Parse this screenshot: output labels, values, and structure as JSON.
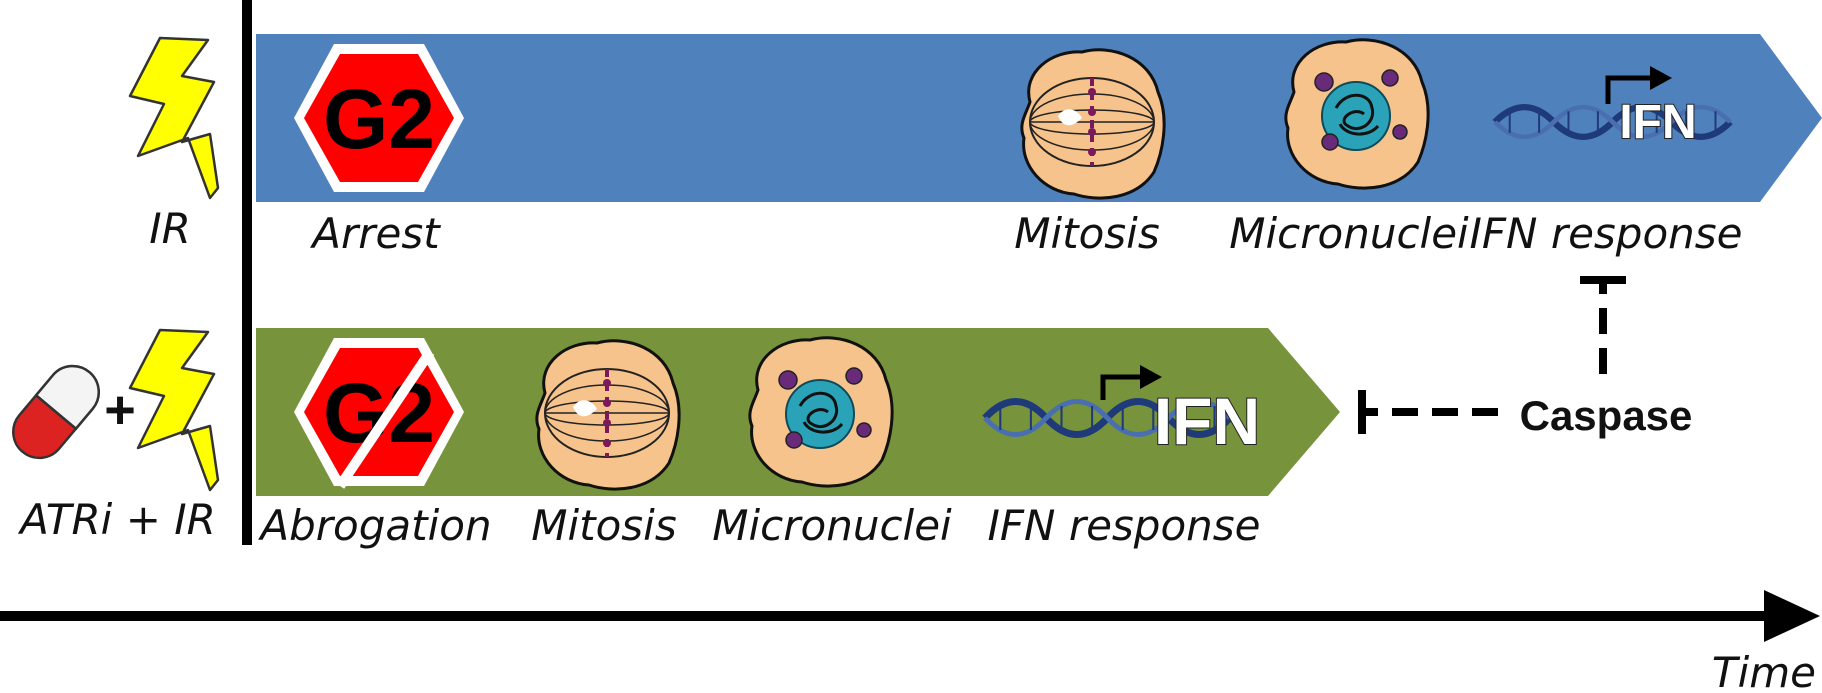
{
  "rows": {
    "top": {
      "condition": "IR",
      "g2": "G2",
      "stages": [
        "Arrest",
        "Mitosis",
        "Micronuclei",
        "IFN response"
      ],
      "ifn": "IFN",
      "color": "#4f81bd"
    },
    "bottom": {
      "condition": "ATRi + IR",
      "plus": "+",
      "g2": "G2",
      "stages": [
        "Abrogation",
        "Mitosis",
        "Micronuclei",
        "IFN response"
      ],
      "ifn": "IFN",
      "color": "#77933c"
    }
  },
  "inhibitor": "Caspase",
  "axis": "Time",
  "colors": {
    "stop_red": "#ff0000",
    "bolt_yellow": "#ffff00",
    "cell": "#f6c38c",
    "nucleus": "#2aa3b8",
    "dna": "#1f3a78"
  }
}
